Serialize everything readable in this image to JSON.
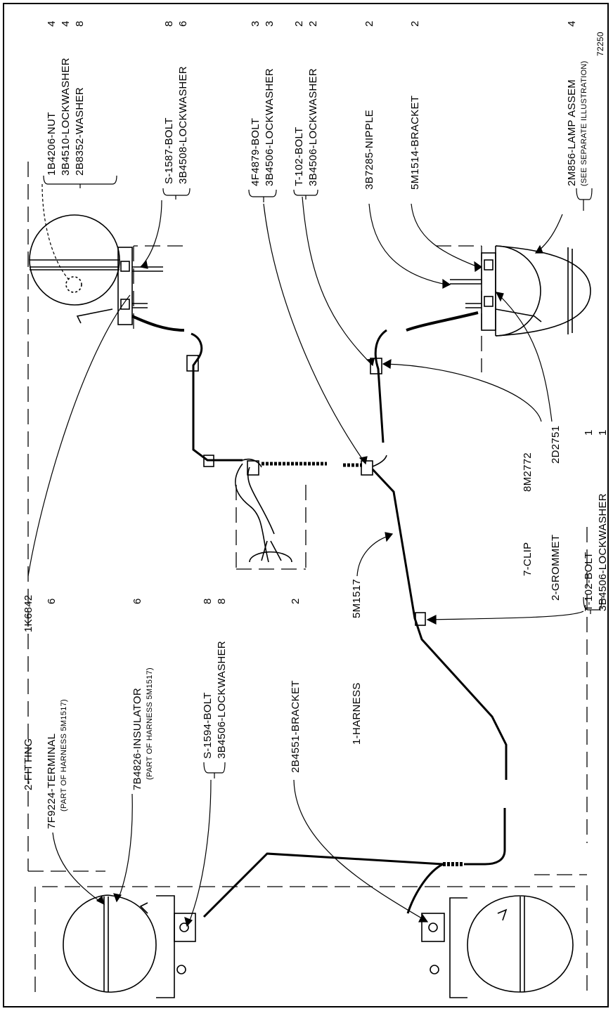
{
  "figure_number": "72250",
  "callouts": {
    "right": [
      {
        "lines": [
          "1B4206-NUT",
          "3B4510-LOCKWASHER",
          "2B8352-WASHER"
        ],
        "qty": [
          "4",
          "4",
          "8"
        ]
      },
      {
        "lines": [
          "S-1587-BOLT",
          "3B4508-LOCKWASHER"
        ],
        "qty": [
          "8",
          "6"
        ]
      },
      {
        "lines": [
          "4F4879-BOLT",
          "3B4506-LOCKWASHER"
        ],
        "qty": [
          "3",
          "3"
        ]
      },
      {
        "lines": [
          "T-102-BOLT",
          "3B4506-LOCKWASHER"
        ],
        "qty": [
          "2",
          "2"
        ]
      },
      {
        "lines": [
          "3B7285-NIPPLE"
        ],
        "qty": [
          "2"
        ]
      },
      {
        "lines": [
          "5M1514-BRACKET"
        ],
        "qty": [
          "2"
        ]
      },
      {
        "lines": [
          "2M856-LAMP ASSEM"
        ],
        "qty": [
          "4"
        ],
        "note": "(SEE SEPARATE ILLUSTRATION)"
      }
    ],
    "middle": [
      {
        "lines": [
          "7-CLIP"
        ],
        "qty": [
          "8M2772"
        ]
      },
      {
        "lines": [
          "2-GROMMET"
        ],
        "qty": [
          "2D2751"
        ]
      },
      {
        "lines": [
          "T-102-BOLT",
          "3B4506-LOCKWASHER"
        ],
        "qty": [
          "1",
          "1"
        ]
      }
    ],
    "left": [
      {
        "lines": [
          "2-FITTING"
        ],
        "qty": [
          "1K6842"
        ]
      },
      {
        "lines": [
          "7F9224-TERMINAL"
        ],
        "qty": [
          "6"
        ],
        "note": "(PART OF HARNESS 5M1517)"
      },
      {
        "lines": [
          "7B4826-INSULATOR"
        ],
        "qty": [
          "6"
        ],
        "note": "(PART OF HARNESS 5M1517)"
      },
      {
        "lines": [
          "S-1594-BOLT",
          "3B4506-LOCKWASHER"
        ],
        "qty": [
          "8",
          "8"
        ]
      },
      {
        "lines": [
          "2B4551-BRACKET"
        ],
        "qty": [
          "2"
        ]
      },
      {
        "lines": [
          "1-HARNESS"
        ],
        "qty": [
          "5M1517"
        ]
      }
    ]
  }
}
